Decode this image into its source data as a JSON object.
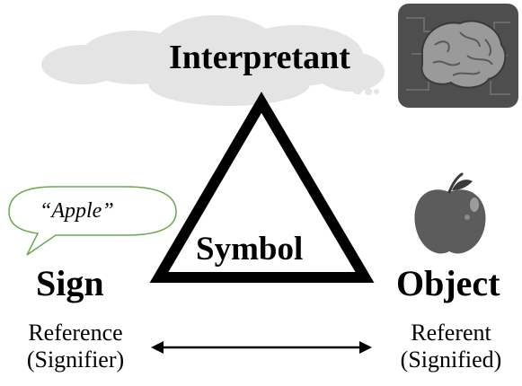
{
  "diagram": {
    "interpretant": "Interpretant",
    "symbol": "Symbol",
    "sign": {
      "title": "Sign",
      "line1": "Reference",
      "line2": "(Signifier)"
    },
    "object": {
      "title": "Object",
      "line1": "Referent",
      "line2": "(Signified)"
    },
    "speech": "“Apple”",
    "icons": [
      "thought-cloud-icon",
      "brain-icon",
      "apple-icon",
      "speech-bubble-icon",
      "triangle-icon",
      "double-arrow-icon"
    ],
    "colors": {
      "bubble_border": "#6aa84f",
      "apple": "#5f5f5f",
      "cloud": "#e2e2e2"
    }
  }
}
